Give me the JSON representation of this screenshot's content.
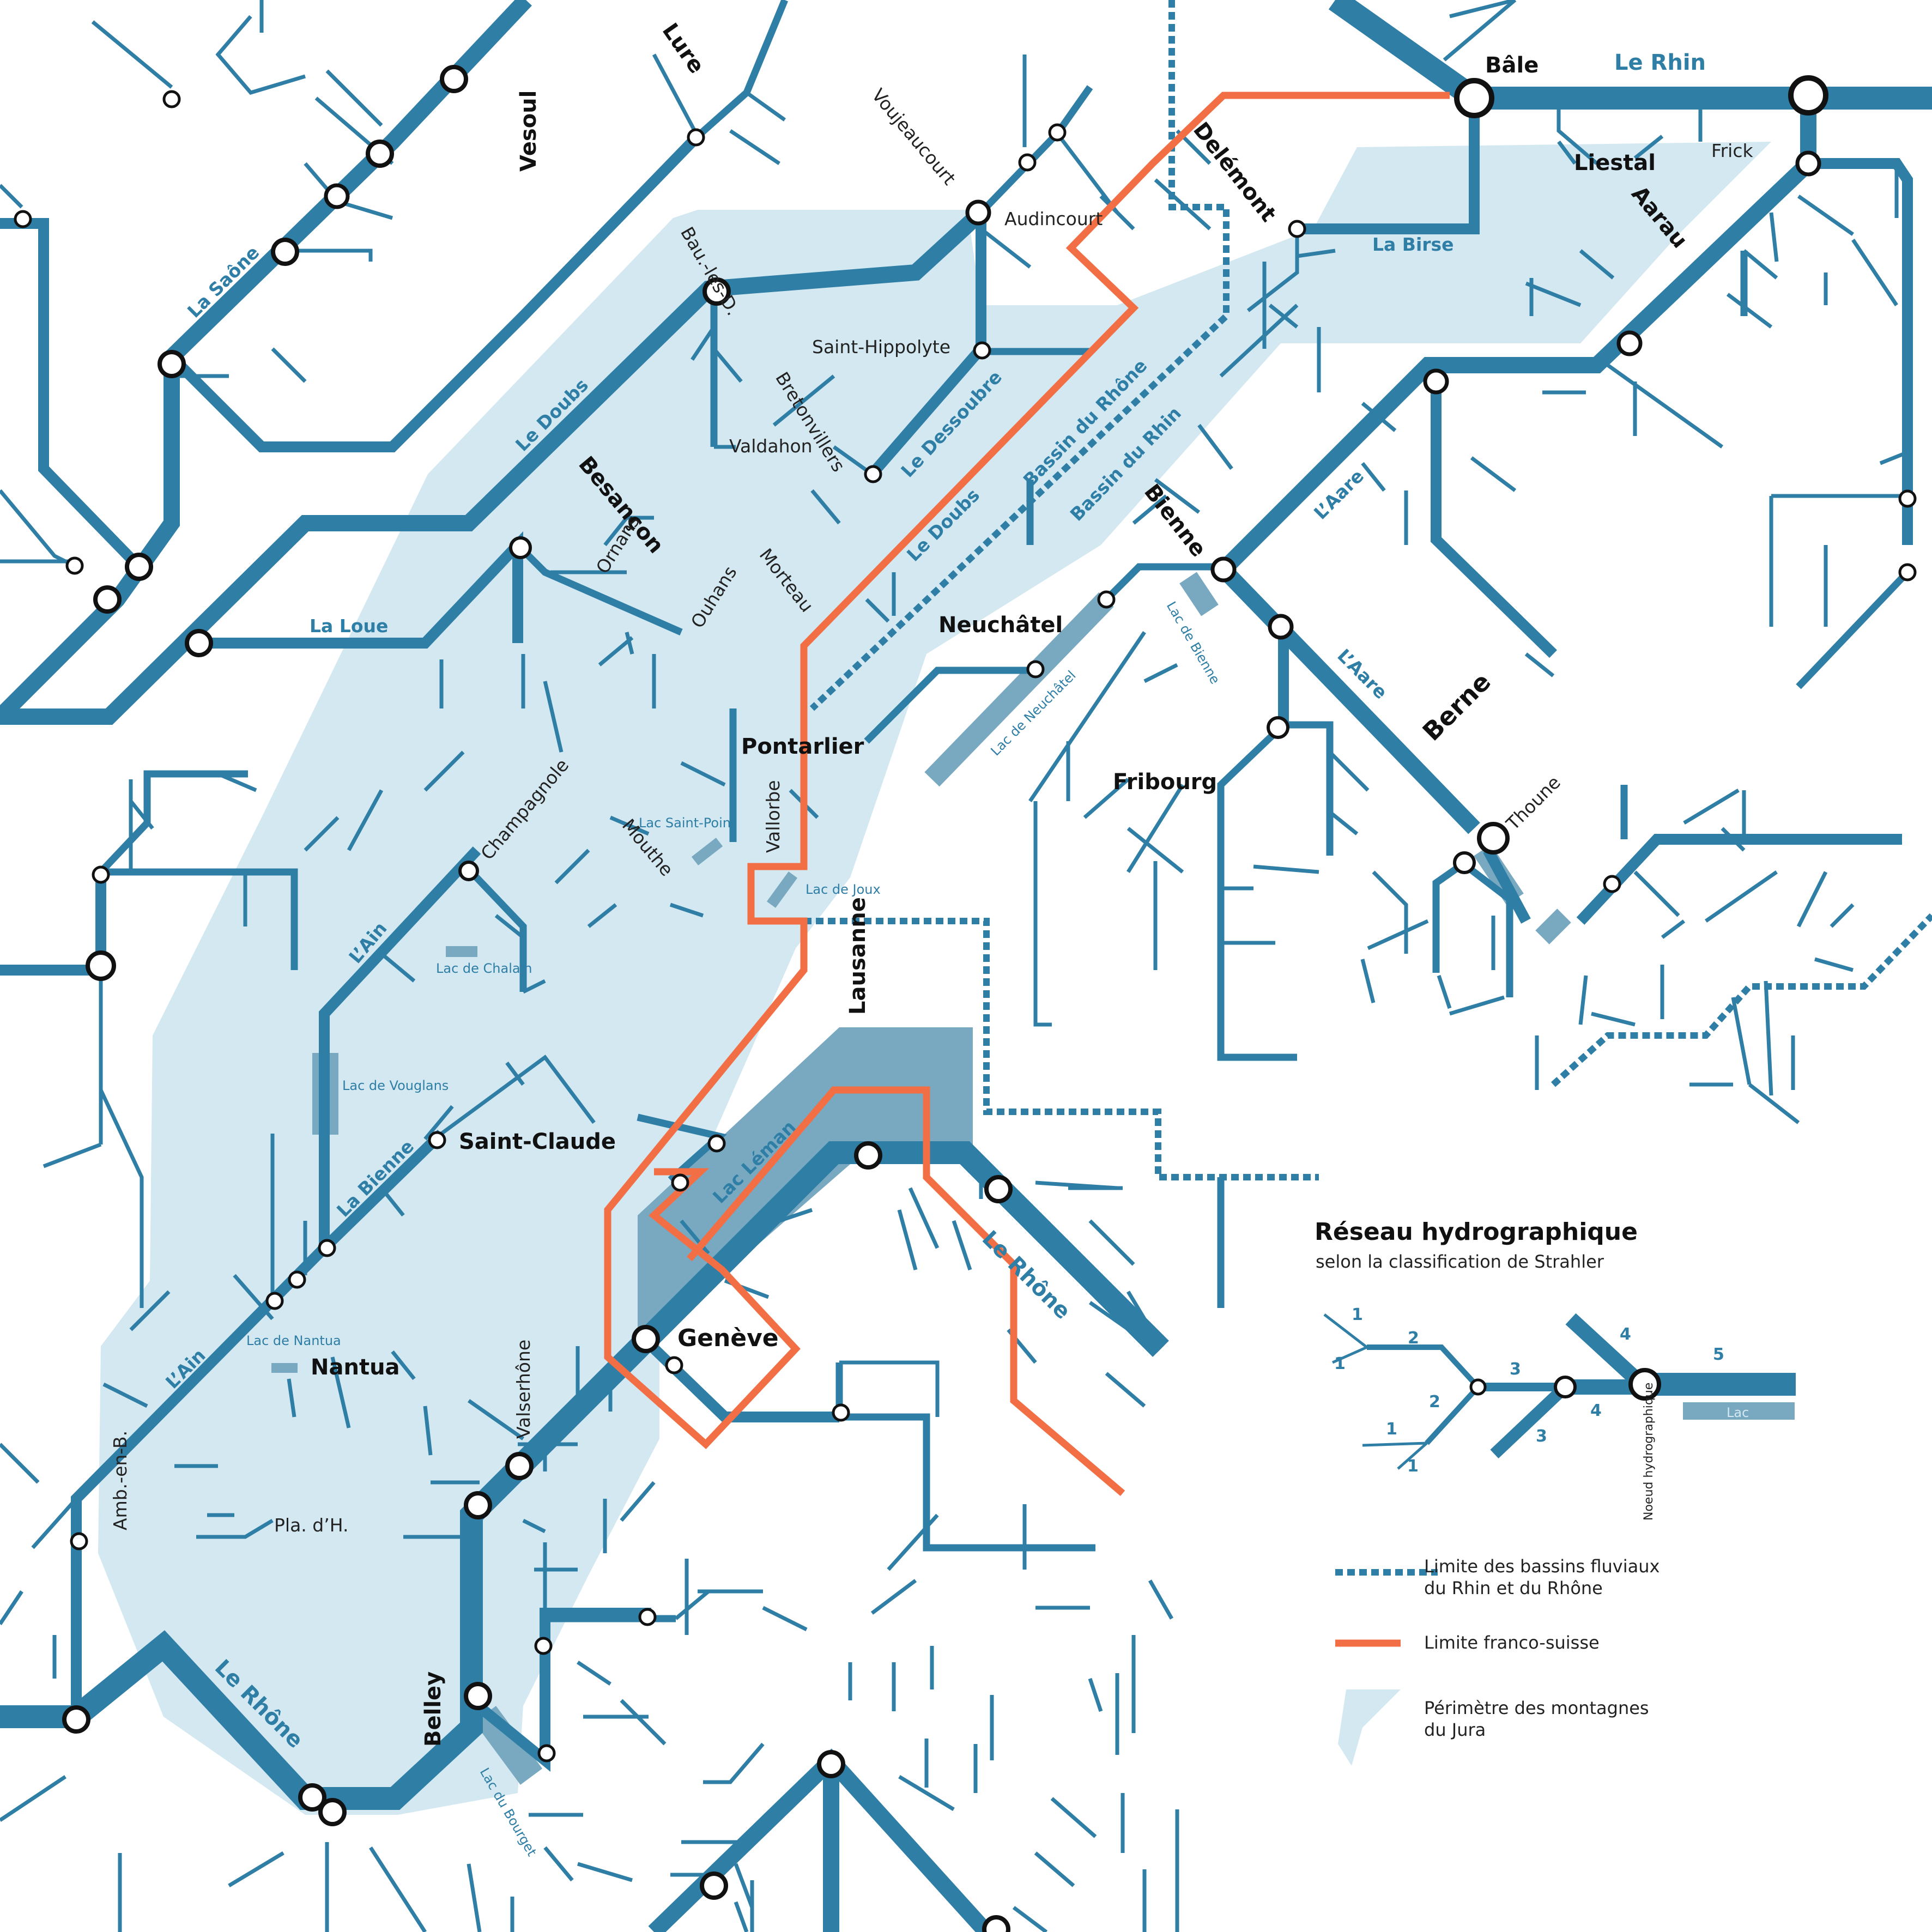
{
  "colors": {
    "river": "#2e7ea6",
    "jura": "#d3e8f1",
    "lake": "#79a9c1",
    "border": "#f26e45",
    "river_label": "#2e7ea6"
  },
  "cities": {
    "bale": "Bâle",
    "liestal": "Liestal",
    "frick": "Frick",
    "aarau": "Aarau",
    "delemont": "Delémont",
    "lure": "Lure",
    "vesoul": "Vesoul",
    "voujeaucourt": "Voujeaucourt",
    "audincourt": "Audincourt",
    "baume": "Bau.-les-D.",
    "saint_hippolyte": "Saint-Hippolyte",
    "bretonvillers": "Bretonvillers",
    "valdahon": "Valdahon",
    "besancon": "Besançon",
    "ornans": "Ornans",
    "ouhans": "Ouhans",
    "morteau": "Morteau",
    "bienne": "Bienne",
    "neuchatel": "Neuchâtel",
    "berne": "Berne",
    "fribourg": "Fribourg",
    "thoune": "Thoune",
    "pontarlier": "Pontarlier",
    "vallorbe": "Vallorbe",
    "mouthe": "Mouthe",
    "champagnole": "Champagnole",
    "lausanne": "Lausanne",
    "saint_claude": "Saint-Claude",
    "geneve": "Genève",
    "nantua": "Nantua",
    "valserhone": "Valserhône",
    "amberieu": "Amb.-en-B.",
    "plateau": "Pla. d’H.",
    "belley": "Belley"
  },
  "rivers": {
    "rhin": "Le Rhin",
    "birse": "La Birse",
    "saone": "La Saône",
    "doubs_north": "Le Doubs",
    "doubs_south": "Le Doubs",
    "dessoubre": "Le Dessoubre",
    "loue": "La Loue",
    "aare1": "L’Aare",
    "aare2": "L’Aare",
    "ain1": "L’Ain",
    "ain2": "L’Ain",
    "bienne_riv": "La Bienne",
    "rhone1": "Le Rhône",
    "rhone2": "Le Rhône",
    "bassin_rhone": "Bassin du Rhône",
    "bassin_rhin": "Bassin du Rhin"
  },
  "lakes": {
    "bienne": "Lac de Bienne",
    "neuchatel": "Lac de Neuchâtel",
    "saint_point": "Lac Saint-Point",
    "joux": "Lac de Joux",
    "chalain": "Lac de Chalain",
    "vouglans": "Lac de Vouglans",
    "nantua": "Lac de Nantua",
    "leman": "Lac Léman",
    "bourget": "Lac du Bourget"
  },
  "legend": {
    "title": "Réseau hydrographique",
    "subtitle": "selon la classification de Strahler",
    "orders": [
      "1",
      "1",
      "2",
      "1",
      "1",
      "2",
      "3",
      "3",
      "4",
      "4",
      "5"
    ],
    "noeud": "Noeud hydrographique",
    "lac": "Lac",
    "limite_bassins_1": "Limite des bassins fluviaux",
    "limite_bassins_2": "du Rhin et du Rhône",
    "limite_fs": "Limite franco-suisse",
    "perimetre_1": "Périmètre des montagnes",
    "perimetre_2": "du Jura"
  }
}
